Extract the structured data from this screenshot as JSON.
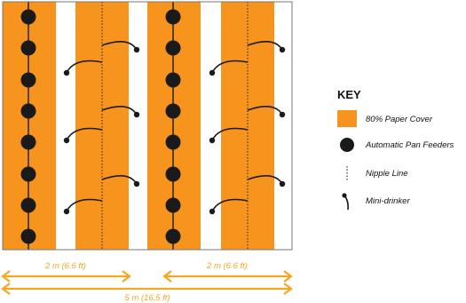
{
  "colors": {
    "paper_cover": "#f7941d",
    "feeder": "#1a1a1a",
    "nipple_line": "#333333",
    "drinker": "#1a1a1a",
    "dimension": "#f5a623",
    "frame": "#777777"
  },
  "layout_diagram": {
    "paper_strip_count": 4,
    "feeder_columns": 2,
    "feeders_per_column": 8,
    "nipple_lines": 2,
    "drinkers_per_side": 3,
    "drinker_sides": 4
  },
  "dimensions": {
    "left_span": "2 m (6.6 ft)",
    "right_span": "2 m (6.6 ft)",
    "total_span": "5 m (16.5 ft)"
  },
  "key": {
    "title": "KEY",
    "items": [
      {
        "icon": "orange-square-icon",
        "label": "80% Paper Cover"
      },
      {
        "icon": "black-dot-icon",
        "label": "Automatic Pan Feeders"
      },
      {
        "icon": "dotted-line-icon",
        "label": "Nipple Line"
      },
      {
        "icon": "mini-drinker-icon",
        "label": "Mini-drinker"
      }
    ]
  }
}
